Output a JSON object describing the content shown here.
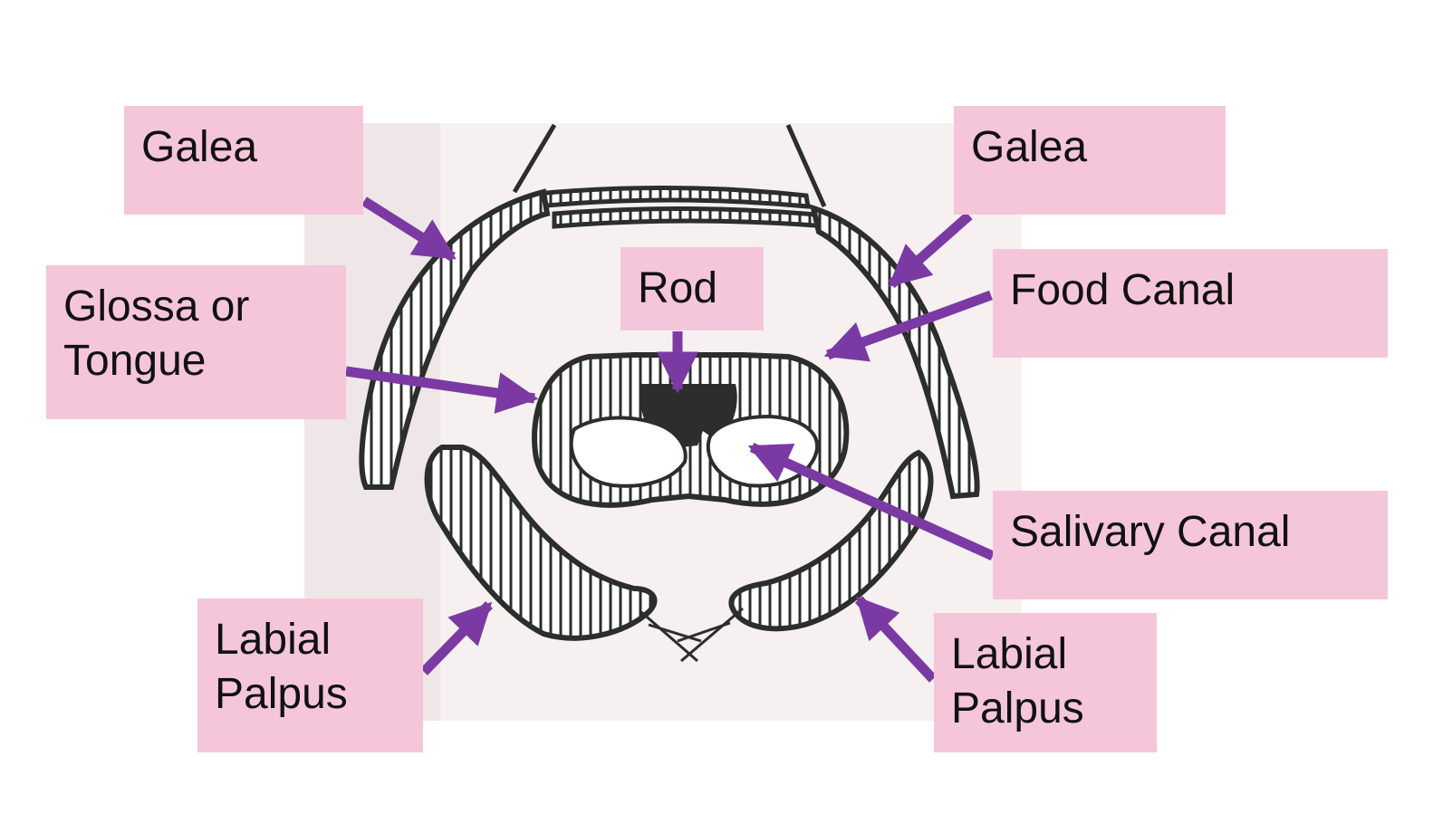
{
  "colors": {
    "label_fill": "#f5c6da",
    "arrow": "#7b3aa3",
    "ink": "#2b2e2b",
    "photo_background": "#f6f0f1"
  },
  "labels": {
    "galea_left": "Galea",
    "galea_right": "Galea",
    "rod": "Rod",
    "food_canal": "Food Canal",
    "glossa_line1": "Glossa or",
    "glossa_line2": "Tongue",
    "salivary_canal": "Salivary Canal",
    "labial_left_line1": "Labial",
    "labial_left_line2": "Palpus",
    "labial_right_line1": "Labial",
    "labial_right_line2": "Palpus"
  }
}
